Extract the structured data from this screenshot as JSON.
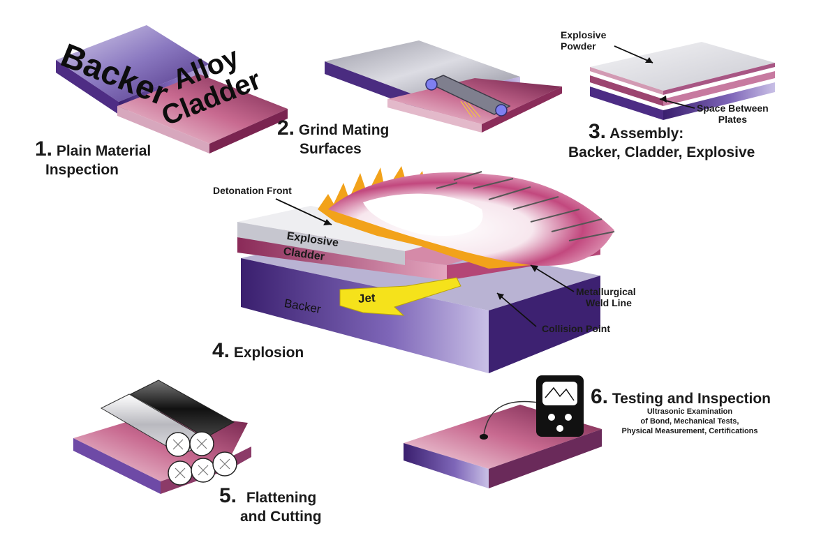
{
  "steps": {
    "s1": {
      "number": "1.",
      "line1": "Plain Material",
      "line2": "Inspection",
      "backer": "Backer",
      "cladder_line1": "Alloy",
      "cladder_line2": "Cladder"
    },
    "s2": {
      "number": "2.",
      "line1": "Grind Mating",
      "line2": "Surfaces"
    },
    "s3": {
      "number": "3.",
      "line1": "Assembly:",
      "line2": "Backer, Cladder, Explosive",
      "explosive_powder_line1": "Explosive",
      "explosive_powder_line2": "Powder",
      "space_line1": "Space Between",
      "space_line2": "Plates"
    },
    "s4": {
      "number": "4.",
      "label": "Explosion",
      "detonation_front": "Detonation Front",
      "explosive": "Explosive",
      "cladder": "Cladder",
      "backer": "Backer",
      "jet": "Jet",
      "weld_line1": "Metallurgical",
      "weld_line2": "Weld Line",
      "collision_point": "Collision Point"
    },
    "s5": {
      "number": "5.",
      "line1": "Flattening",
      "line2": "and Cutting"
    },
    "s6": {
      "number": "6.",
      "label": "Testing and Inspection",
      "detail1": "Ultrasonic Examination",
      "detail2": "of Bond, Mechanical Tests,",
      "detail3": "Physical Measurement, Certifications"
    }
  },
  "colors": {
    "purple": "#5a3a8e",
    "magenta": "#b23a6a",
    "pink": "#e8b5c5",
    "silver": "#cfcfd6",
    "jet_yellow": "#f5e21b",
    "flame_orange": "#f0a020"
  }
}
